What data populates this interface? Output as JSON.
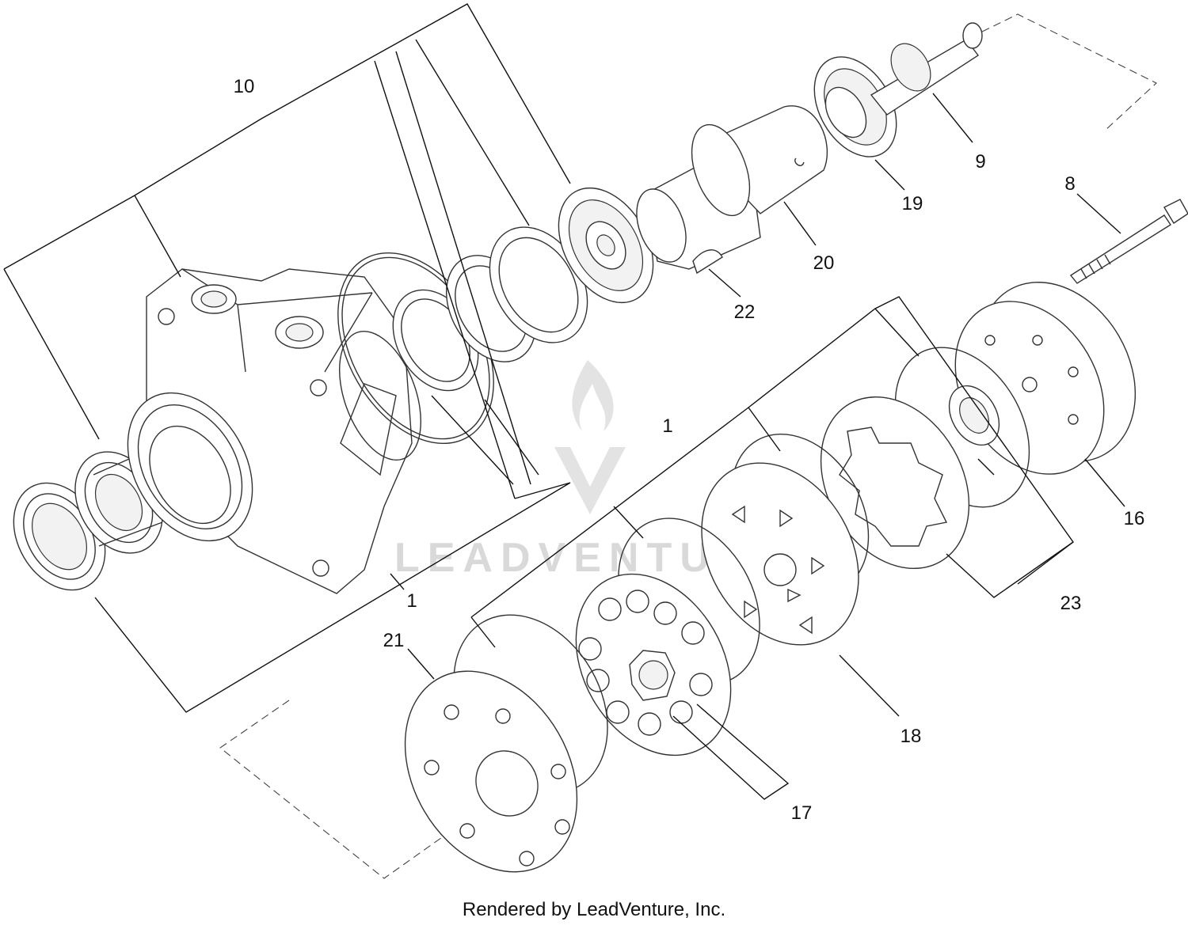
{
  "diagram": {
    "callouts": [
      {
        "id": "c10",
        "text": "10"
      },
      {
        "id": "c9",
        "text": "9"
      },
      {
        "id": "c8",
        "text": "8"
      },
      {
        "id": "c19",
        "text": "19"
      },
      {
        "id": "c20",
        "text": "20"
      },
      {
        "id": "c22",
        "text": "22"
      },
      {
        "id": "c1a",
        "text": "1"
      },
      {
        "id": "c1b",
        "text": "1"
      },
      {
        "id": "c16",
        "text": "16"
      },
      {
        "id": "c23",
        "text": "23"
      },
      {
        "id": "c21",
        "text": "21"
      },
      {
        "id": "c18",
        "text": "18"
      },
      {
        "id": "c17",
        "text": "17"
      }
    ],
    "watermark": "LEADVENTURE",
    "footer": "Rendered by LeadVenture, Inc."
  }
}
